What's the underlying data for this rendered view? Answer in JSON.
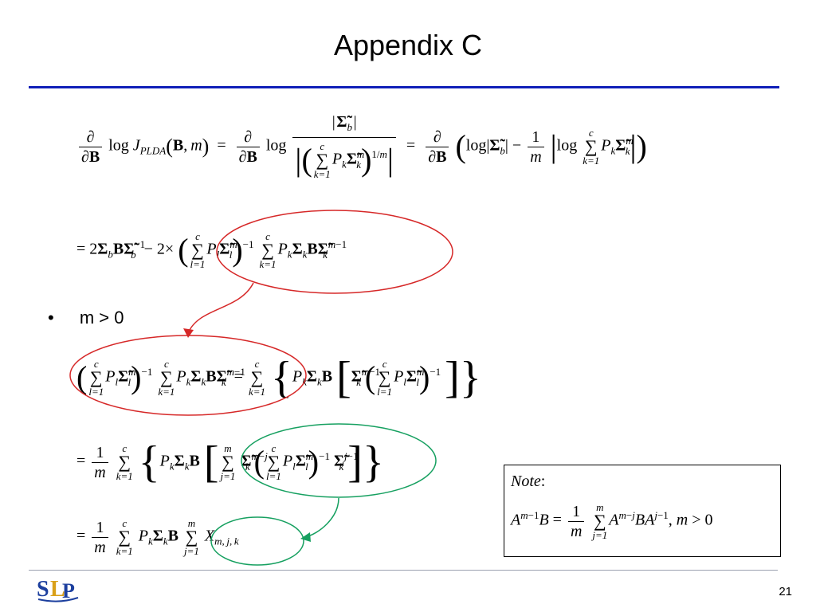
{
  "slide": {
    "title": "Appendix C",
    "page_number": "21",
    "bullet_text": "m > 0",
    "bullet_symbol": "•"
  },
  "equations": {
    "eq1_lhs": "∂/∂B log J_PLDA(B, m)",
    "eq1_mid": "∂/∂B log |Σ̃_b| / |(Σ_{k=1}^{c} P_k Σ̃_k^m)|^{1/m}",
    "eq1_rhs": "∂/∂B ( log|Σ̃_b| − (1/m) |log Σ_{k=1}^{c} P_k Σ̃_k^m| )",
    "eq2": "= 2Σ_b B Σ̃_b^{−1} − 2× (Σ_{l=1}^{c} P_l Σ̃_l^m)^{−1} Σ_{k=1}^{c} P_k Σ_k B Σ̃_k^{m−1}",
    "eq3": "(Σ_{l=1}^{c} P_l Σ̃_l^m)^{−1} Σ_{k=1}^{c} P_k Σ_k B Σ̃_k^{m−1} = Σ_{k=1}^{c} { P_k Σ_k B [ Σ̃_k^{m−1} (Σ_{l=1}^{c} P_l Σ̃_l^m)^{−1} ] }",
    "eq4": "= (1/m) Σ_{k=1}^{c} { P_k Σ_k B [ Σ_{j=1}^{m} Σ̃_k^{m−j} (Σ_{l=1}^{c} P_l Σ̃_l^m)^{−1} Σ̃_k^{j−1} ] }",
    "eq5": "= (1/m) Σ_{k=1}^{c} P_k Σ_k B Σ_{j=1}^{m} X_{m,j,k}"
  },
  "note": {
    "label": "Note:",
    "formula": "A^{m−1}B = (1/m) Σ_{j=1}^{m} A^{m−j} B A^{j−1}, m > 0"
  },
  "logo": {
    "text": "SLP"
  },
  "colors": {
    "title_rule": "#0f1fb8",
    "red_ellipse": "#d62828",
    "green_ellipse": "#16a060",
    "logo_blue": "#1c3f9e",
    "logo_gold": "#d9a019"
  }
}
